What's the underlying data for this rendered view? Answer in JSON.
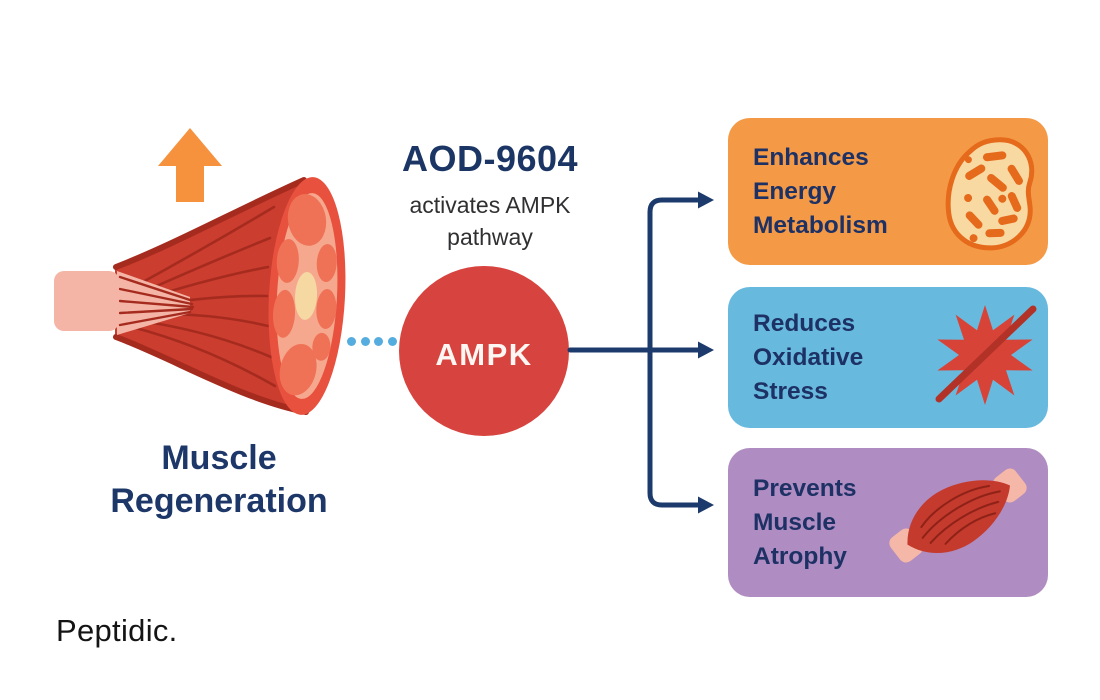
{
  "title_block": {
    "title": "AOD-9604",
    "subtitle_line1": "activates AMPK",
    "subtitle_line2": "pathway"
  },
  "source": {
    "line1": "Muscle",
    "line2": "Regeneration"
  },
  "node": {
    "label": "AMPK",
    "color": "#D7433E"
  },
  "outcomes": [
    {
      "line1": "Enhances",
      "line2": "Energy",
      "line3": "Metabolism",
      "bg": "#F49A47",
      "icon": "mitochondria-icon"
    },
    {
      "line1": "Reduces",
      "line2": "Oxidative",
      "line3": "Stress",
      "bg": "#68B9DE",
      "icon": "oxidative-stress-icon"
    },
    {
      "line1": "Prevents",
      "line2": "Muscle",
      "line3": "Atrophy",
      "bg": "#AF8CC1",
      "icon": "muscle-fiber-icon"
    }
  ],
  "brand": {
    "name": "Peptidic."
  },
  "colors": {
    "text_navy": "#1D3165",
    "heading_navy": "#1B3665",
    "subtitle_gray": "#303032",
    "connector_navy": "#1C3A6B",
    "dots_blue": "#55ACDE",
    "arrow_orange": "#F6913E",
    "muscle_red": "#CB3D2F",
    "muscle_dark_red": "#A62B1F",
    "muscle_face_red": "#E8513E",
    "tendon_pink": "#F5B5A6"
  }
}
